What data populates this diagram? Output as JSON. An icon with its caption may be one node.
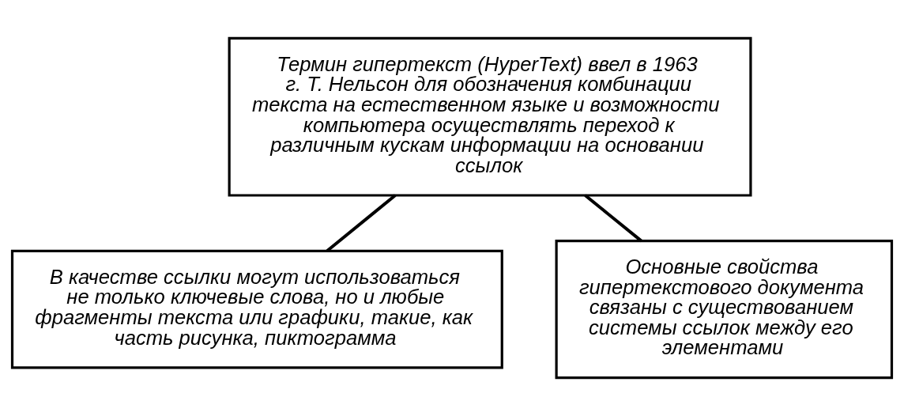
{
  "diagram": {
    "nodes": [
      {
        "text": [
          "Термин гипертекст (HyperText) ввел в 1963 г. Т. Нельсон для обозначения комбинации текста на естественном языке и возможности компьютера осуществлять переход к различным кускам информации на основании ссылок"
        ]
      },
      {
        "text": [
          "В качестве ссылки могут использоваться не только ключевые слова, но и любые фрагменты текста или графики, такие, как часть рисунка, пиктограмма"
        ]
      },
      {
        "text": [
          "Основные свойства гипертекстового документа связаны с существованием системы ссылок между его элементами"
        ]
      }
    ],
    "edges": [
      {
        "from": 0,
        "to": 1,
        "arrow": "none"
      },
      {
        "from": 0,
        "to": 2,
        "arrow": "none"
      }
    ]
  }
}
